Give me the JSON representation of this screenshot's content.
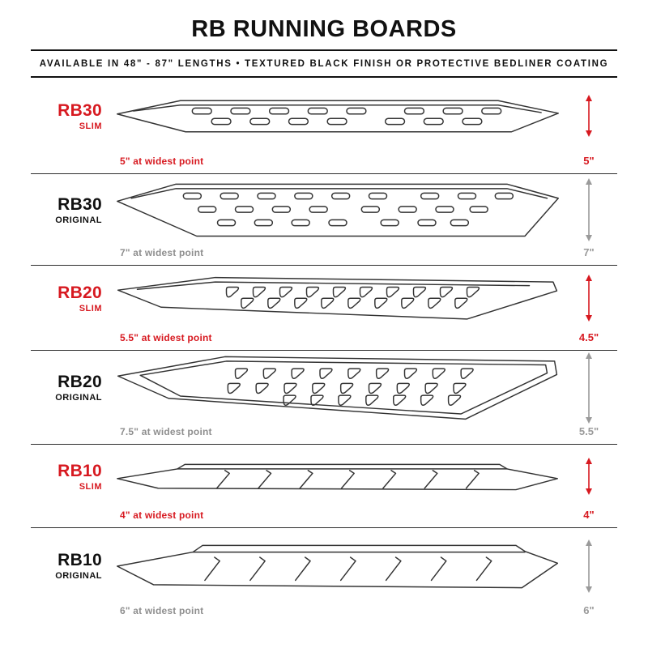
{
  "header": {
    "title": "RB RUNNING BOARDS",
    "subtitle": "AVAILABLE IN 48\" - 87\" LENGTHS   •   TEXTURED BLACK FINISH OR PROTECTIVE BEDLINER COATING"
  },
  "boards": [
    {
      "model": "RB30",
      "variant": "SLIM",
      "width_note": "5\" at widest point",
      "height": "5\"",
      "accent": "red"
    },
    {
      "model": "RB30",
      "variant": "ORIGINAL",
      "width_note": "7\" at widest point",
      "height": "7\"",
      "accent": "gray"
    },
    {
      "model": "RB20",
      "variant": "SLIM",
      "width_note": "5.5\" at widest point",
      "height": "4.5\"",
      "accent": "red"
    },
    {
      "model": "RB20",
      "variant": "ORIGINAL",
      "width_note": "7.5\" at widest point",
      "height": "5.5\"",
      "accent": "gray"
    },
    {
      "model": "RB10",
      "variant": "SLIM",
      "width_note": "4\" at widest point",
      "height": "4\"",
      "accent": "red"
    },
    {
      "model": "RB10",
      "variant": "ORIGINAL",
      "width_note": "6\" at widest point",
      "height": "6\"",
      "accent": "gray"
    }
  ],
  "colors": {
    "red": "#d71920",
    "gray": "#9a9a9a",
    "black": "#111111"
  }
}
